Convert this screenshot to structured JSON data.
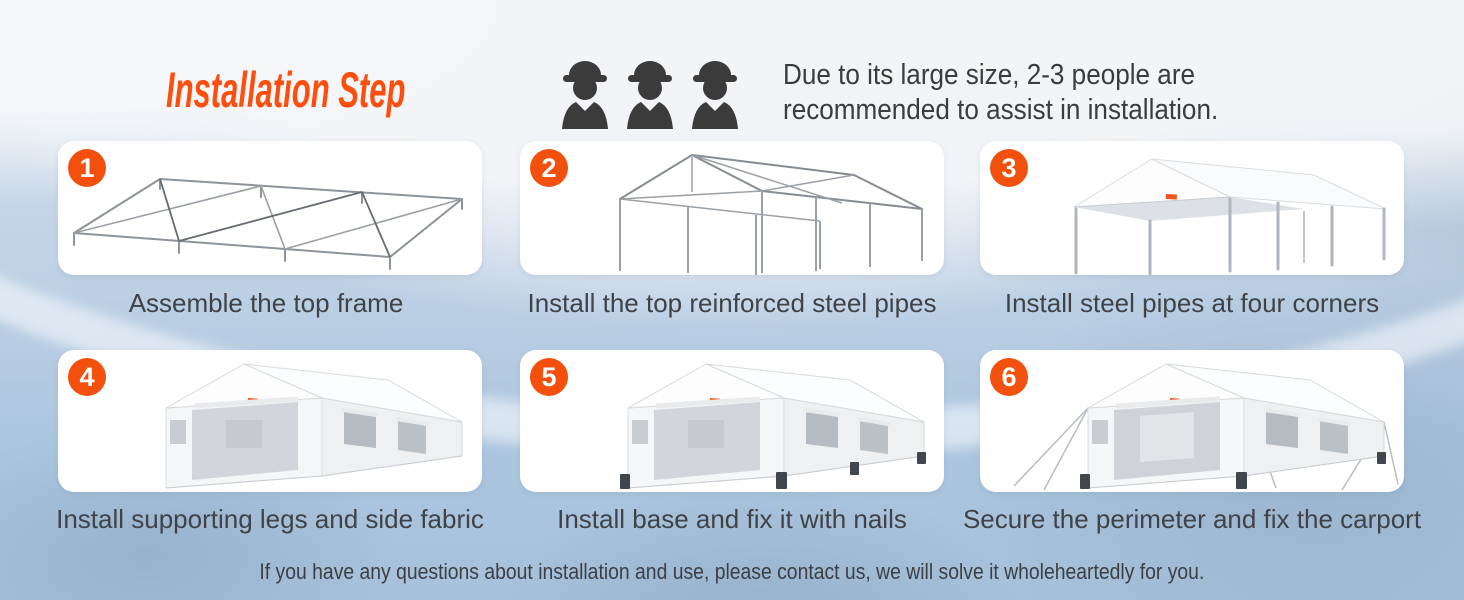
{
  "header": {
    "title": "Installation Step",
    "workers": {
      "icon": "construction-worker-icon",
      "count": 3
    },
    "note_line1": "Due to its large size, 2-3 people are",
    "note_line2": "recommended to assist in installation."
  },
  "steps": [
    {
      "number": "1",
      "caption": "Assemble the top frame",
      "illustration": "top-frame-illustration"
    },
    {
      "number": "2",
      "caption": "Install the top reinforced steel pipes",
      "illustration": "roof-frame-pipes-illustration"
    },
    {
      "number": "3",
      "caption": "Install steel pipes at four corners",
      "illustration": "canopy-corner-pipes-illustration"
    },
    {
      "number": "4",
      "caption": "Install supporting legs and side fabric",
      "illustration": "carport-side-fabric-illustration"
    },
    {
      "number": "5",
      "caption": "Install base and fix it with nails",
      "illustration": "carport-base-illustration"
    },
    {
      "number": "6",
      "caption": "Secure the perimeter and fix the carport",
      "illustration": "carport-secured-illustration"
    }
  ],
  "footer": {
    "note": "If you have any questions about installation and use, please contact us, we will solve it wholeheartedly for you."
  },
  "colors": {
    "title_orange": "#fc4f0e",
    "badge_orange": "#f3500e",
    "logo_orange": "#f0551c",
    "dark_text": "#3a3d40",
    "caption_text": "#3f4347",
    "background_blue": "#a7c1db",
    "card_background": "#ffffff"
  }
}
